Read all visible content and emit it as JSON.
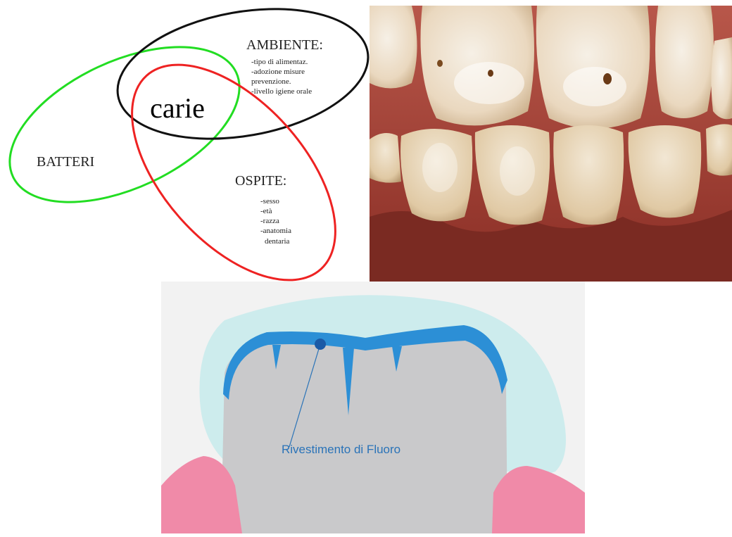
{
  "venn": {
    "center_label": "carie",
    "batteri": {
      "title": "BATTERI",
      "color": "#22dd22"
    },
    "ambiente": {
      "title": "AMBIENTE:",
      "color": "#111111",
      "items": [
        "-tipo di alimentaz.",
        "-adozione misure",
        "prevenzione.",
        "-livello igiene orale"
      ]
    },
    "ospite": {
      "title": "OSPITE:",
      "color": "#ee2222",
      "items": [
        "-sesso",
        "-età",
        "-razza",
        "-anatomia",
        "dentaria"
      ]
    }
  },
  "photo": {
    "subject": "teeth-with-white-spot-lesions"
  },
  "fluoro": {
    "label": "Rivestimento di Fluoro",
    "colors": {
      "background": "#f2f2f2",
      "halo": "#cdeced",
      "tooth": "#c9c9cb",
      "enamel": "#2c8fd6",
      "gum": "#f08aa8",
      "label": "#2a73b8"
    }
  }
}
